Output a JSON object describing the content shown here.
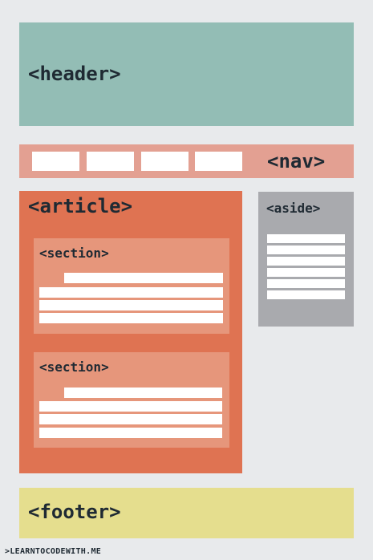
{
  "colors": {
    "background": "#e8eaec",
    "header": "#93bdb5",
    "nav": "#e3a092",
    "article": "#df7352",
    "section": "#e6967b",
    "aside": "#a9aaae",
    "footer": "#e5de8e"
  },
  "header": {
    "label": "<header>"
  },
  "nav": {
    "label": "<nav>",
    "item_count": 4
  },
  "article": {
    "label": "<article>",
    "sections": [
      {
        "label": "<section>"
      },
      {
        "label": "<section>"
      }
    ]
  },
  "aside": {
    "label": "<aside>"
  },
  "footer": {
    "label": "<footer>"
  },
  "watermark": ">LEARNTOCODEWITH.ME"
}
